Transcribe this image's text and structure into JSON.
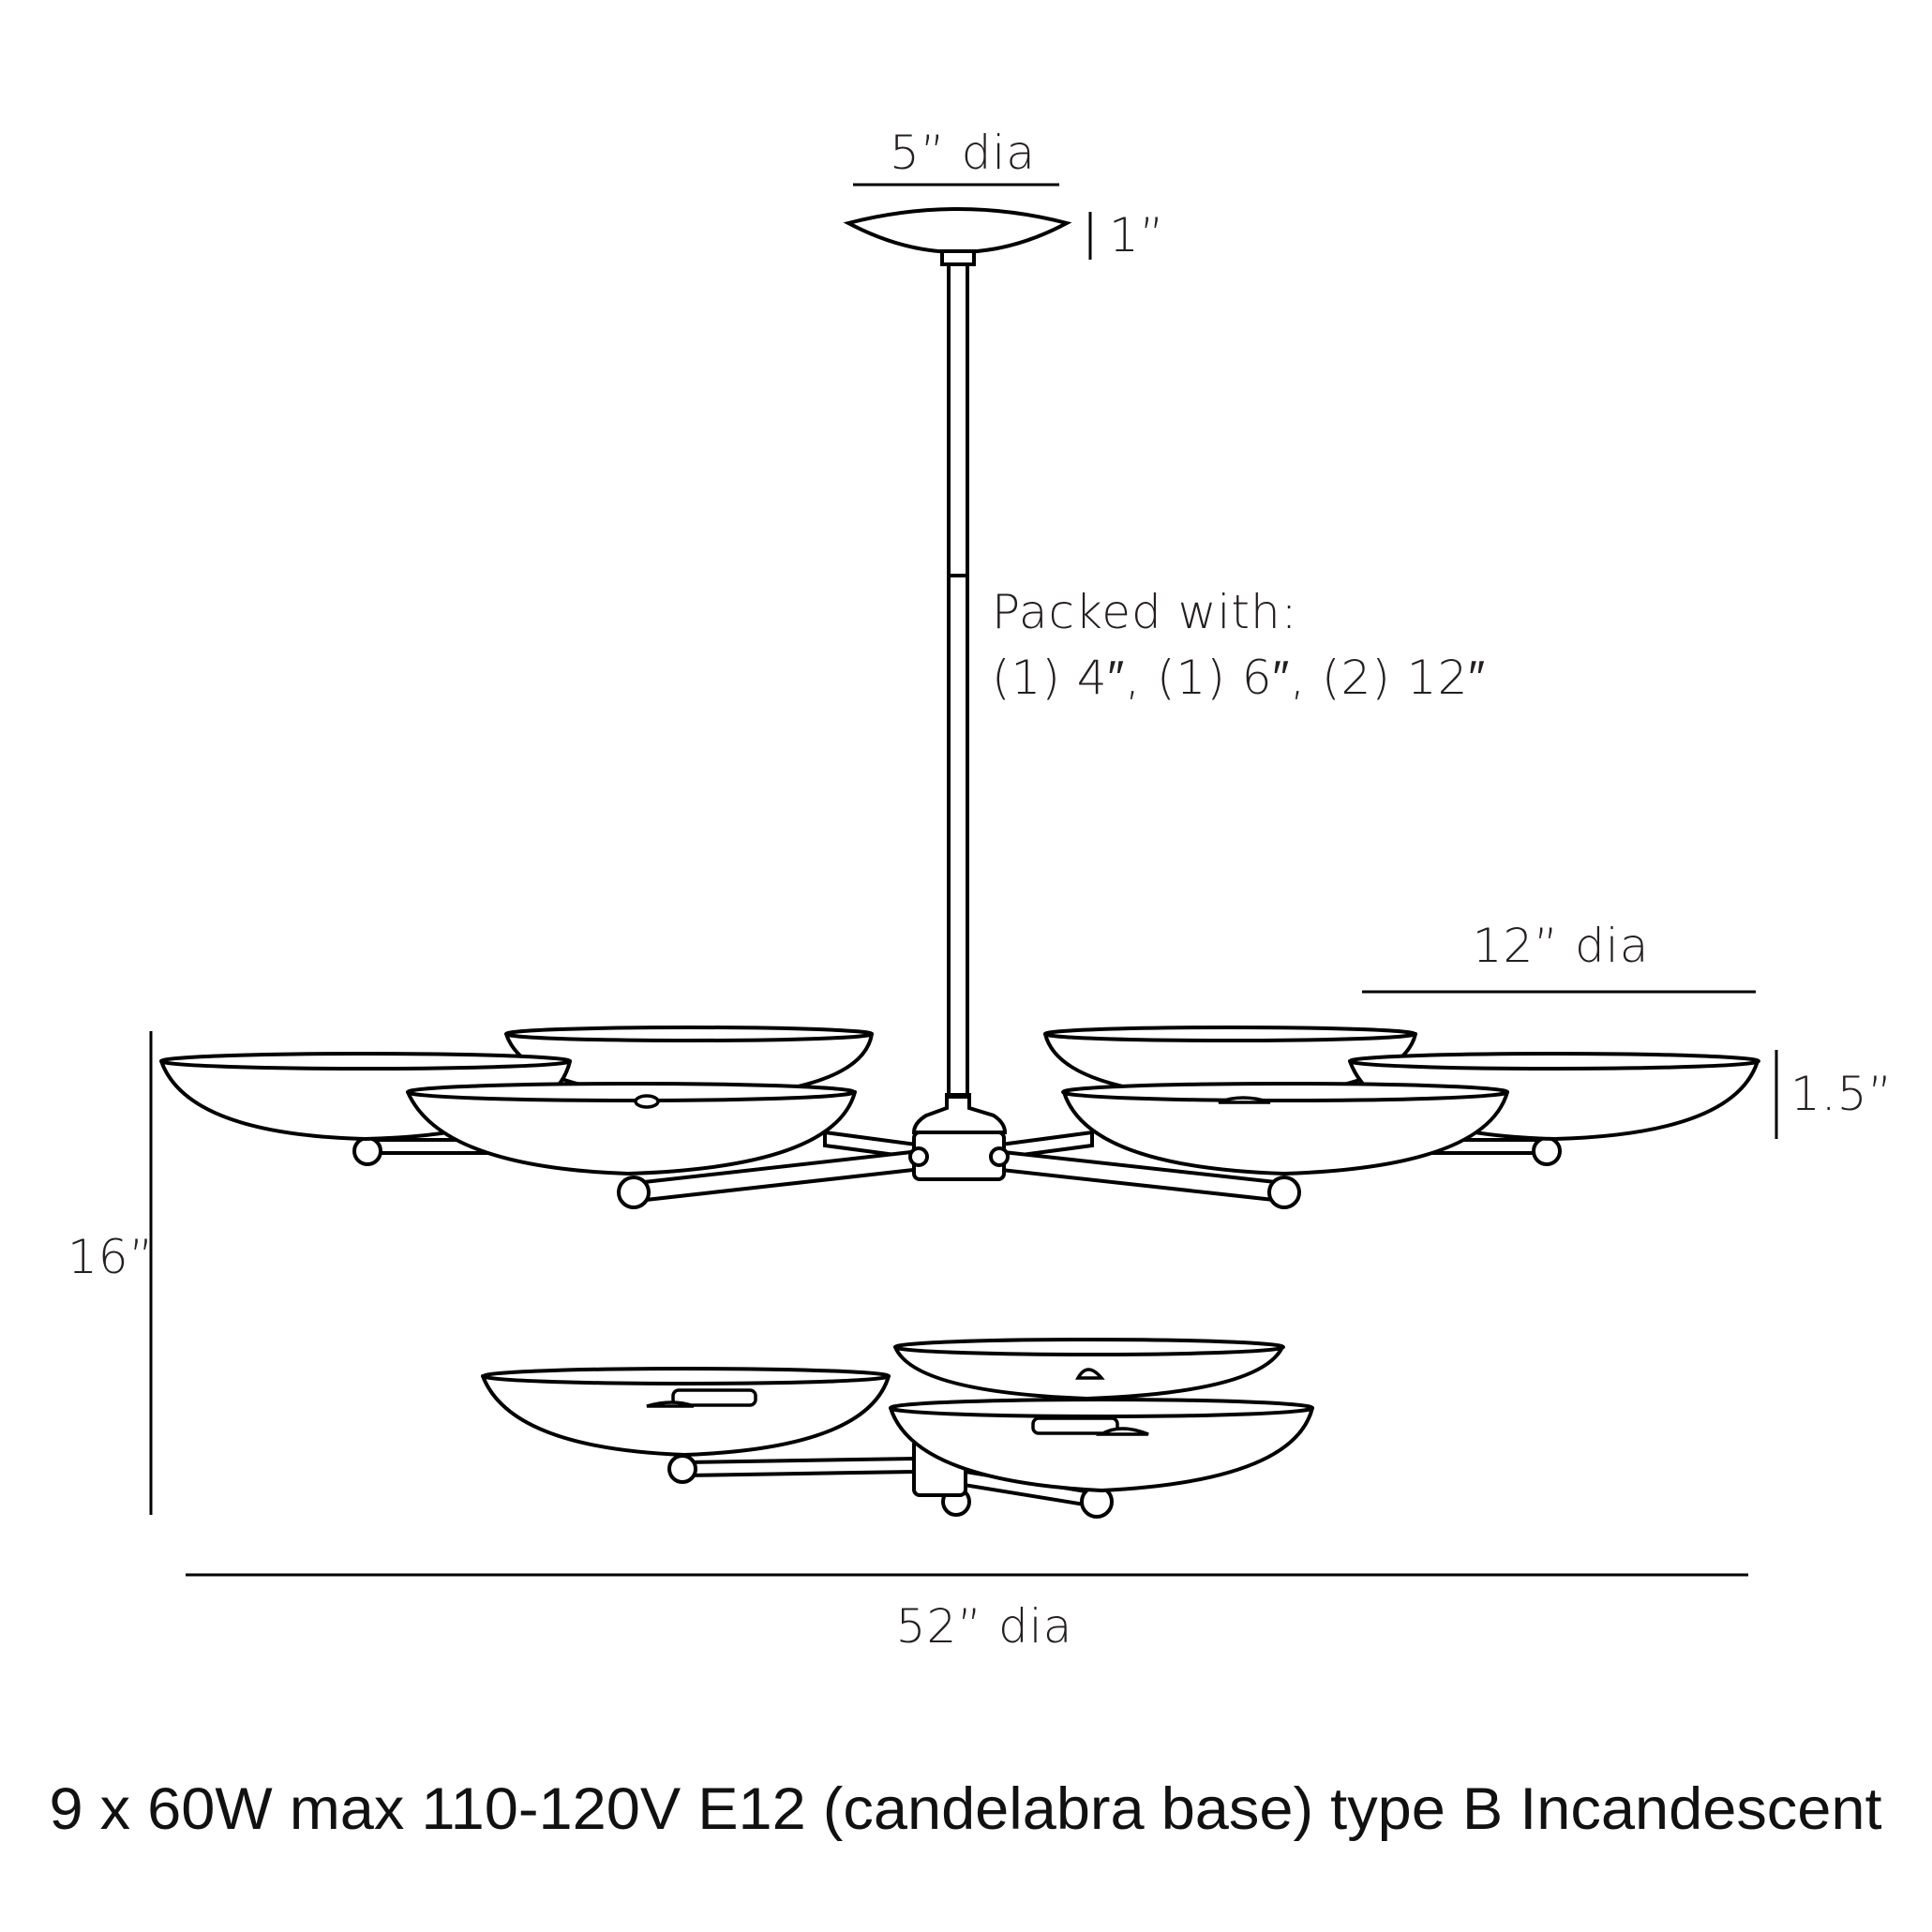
{
  "dimensions": {
    "canopy_diameter": "5” dia",
    "canopy_height": "1”",
    "shade_diameter": "12” dia",
    "shade_height": "1.5”",
    "overall_height": "16”",
    "overall_diameter": "52” dia"
  },
  "packing": {
    "line1": "Packed with:",
    "line2": "(1) 4″, (1) 6″, (2) 12″"
  },
  "spec_line": "9 x 60W max 110-120V E12 (candelabra base) type B Incandescent",
  "colors": {
    "line": "#000000",
    "text": "#231f20",
    "background": "#ffffff"
  }
}
